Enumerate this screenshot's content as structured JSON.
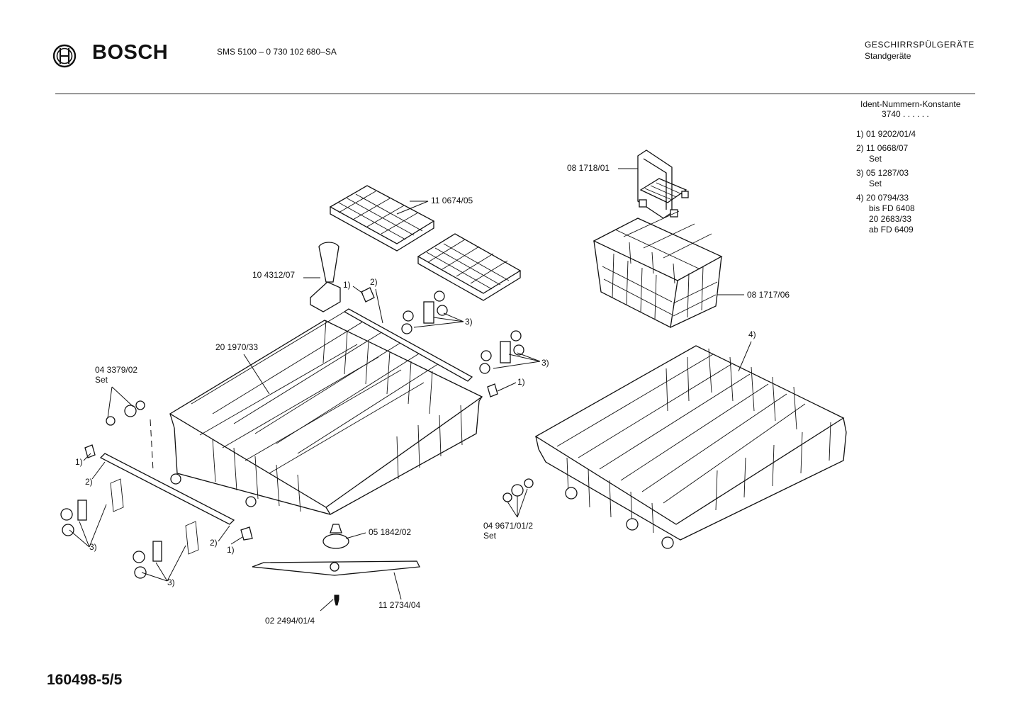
{
  "header": {
    "brand": "BOSCH",
    "model": "SMS 5100",
    "part_number": "– 0 730 102 680–SA",
    "category": "GESCHIRRSPÜLGERÄTE",
    "subcategory": "Standgeräte"
  },
  "ident": {
    "label": "Ident-Nummern-Konstante",
    "value": "3740  . .   . . . ."
  },
  "notes": [
    {
      "label": "1) 01 9202/01/4",
      "lines": []
    },
    {
      "label": "2) 11 0668/07",
      "lines": [
        "Set"
      ]
    },
    {
      "label": "3) 05 1287/03",
      "lines": [
        "Set"
      ]
    },
    {
      "label": "4) 20 0794/33",
      "lines": [
        "bis FD 6408",
        "20 2683/33",
        "ab FD 6409"
      ]
    }
  ],
  "parts": {
    "p_081718": "08 1718/01",
    "p_110674": "11 0674/05",
    "p_104312": "10 4312/07",
    "p_201970": "20 1970/33",
    "p_081717": "08 1717/06",
    "p_043379": "04 3379/02",
    "p_set1": "Set",
    "p_051842": "05 1842/02",
    "p_049671": "04 9671/01/2",
    "p_set2": "Set",
    "p_112734": "11 2734/04",
    "p_022494": "02 2494/01/4"
  },
  "callouts": {
    "c1": "1)",
    "c2": "2)",
    "c3": "3)",
    "c4": "4)"
  },
  "footer": {
    "doc_number": "160498-5/5"
  },
  "icons": {
    "logo": "bosch-armature-logo-icon"
  }
}
